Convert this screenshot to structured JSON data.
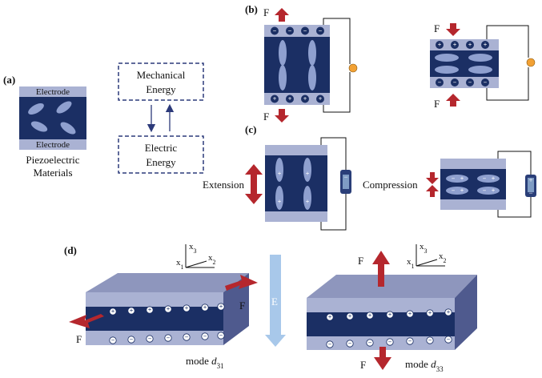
{
  "panel_a": {
    "label": "(a)",
    "electrode_top": "Electrode",
    "electrode_bottom": "Electrode",
    "caption_line1": "Piezoelectric",
    "caption_line2": "Materials",
    "box_top_line1": "Mechanical",
    "box_top_line2": "Energy",
    "box_bottom_line1": "Electric",
    "box_bottom_line2": "Energy"
  },
  "panel_b": {
    "label": "(b)",
    "force_left_top": "F",
    "force_left_bottom": "F",
    "force_right_top": "F",
    "force_right_bottom": "F"
  },
  "panel_c": {
    "label": "(c)",
    "extension": "Extension",
    "compression": "Compression"
  },
  "panel_d": {
    "label": "(d)",
    "axis_x1": "x",
    "axis_x1_sub": "1",
    "axis_x2": "x",
    "axis_x2_sub": "2",
    "axis_x3": "x",
    "axis_x3_sub": "3",
    "field": "E",
    "force": "F",
    "mode_prefix": "mode",
    "mode_left_symbol": "d",
    "mode_left_sub": "31",
    "mode_right_symbol": "d",
    "mode_right_sub": "33"
  },
  "symbols": {
    "plus": "+",
    "minus": "−"
  },
  "colors": {
    "navy": "#1b2f64",
    "electrode": "#aab2d3",
    "dipole": "#8fa0cf",
    "arrow_red": "#b5272d",
    "dashed_box": "#2c3a7a",
    "field_blue": "#a8c8ea",
    "bulb": "#f2a134"
  }
}
